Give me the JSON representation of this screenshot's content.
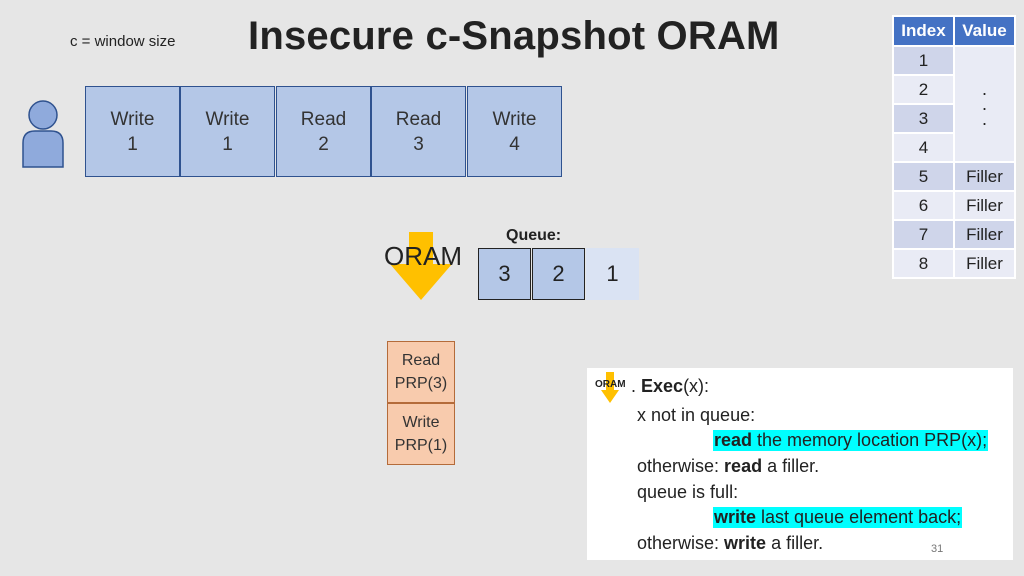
{
  "title": "Insecure c-Snapshot ORAM",
  "subtitle": "c = window size",
  "requests": [
    {
      "op": "Write",
      "arg": "1"
    },
    {
      "op": "Write",
      "arg": "1"
    },
    {
      "op": "Read",
      "arg": "2"
    },
    {
      "op": "Read",
      "arg": "3"
    },
    {
      "op": "Write",
      "arg": "4"
    }
  ],
  "table": {
    "headers": [
      "Index",
      "Value"
    ],
    "rows": [
      {
        "index": "1",
        "value": ""
      },
      {
        "index": "2",
        "value": ""
      },
      {
        "index": "3",
        "value": ""
      },
      {
        "index": "4",
        "value": ""
      },
      {
        "index": "5",
        "value": "Filler"
      },
      {
        "index": "6",
        "value": "Filler"
      },
      {
        "index": "7",
        "value": "Filler"
      },
      {
        "index": "8",
        "value": "Filler"
      }
    ],
    "merged_value": ". . ."
  },
  "oram_label": "ORAM",
  "queue": {
    "label": "Queue:",
    "items": [
      "3",
      "2",
      "1"
    ]
  },
  "prp_stack": [
    {
      "op": "Read",
      "arg": "PRP(3)"
    },
    {
      "op": "Write",
      "arg": "PRP(1)"
    }
  ],
  "exec": {
    "icon_label": "ORAM",
    "head_prefix": ". ",
    "head_bold": "Exec",
    "head_rest": "(x):",
    "l1": "x not in queue:",
    "l2_bold": "read",
    "l2_rest": " the memory location PRP(x);",
    "l3_pre": "otherwise: ",
    "l3_bold": "read",
    "l3_rest": " a filler.",
    "l4": "queue is full:",
    "l5_bold": "write",
    "l5_rest": " last queue element back;",
    "l6_pre": "otherwise: ",
    "l6_bold": "write",
    "l6_rest": " a filler."
  },
  "page_number": "31",
  "colors": {
    "request_fill": "#b4c7e7",
    "table_header": "#4472c4",
    "arrow": "#ffc000",
    "prp_fill": "#f8cbad",
    "highlight": "#00ffff"
  }
}
